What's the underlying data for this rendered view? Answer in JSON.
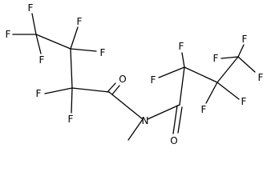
{
  "structure": {
    "atoms": [
      {
        "id": "f1",
        "label": "F"
      },
      {
        "id": "f2",
        "label": "F"
      },
      {
        "id": "f3",
        "label": "F"
      },
      {
        "id": "f4",
        "label": "F"
      },
      {
        "id": "f5",
        "label": "F"
      },
      {
        "id": "f6",
        "label": "F"
      },
      {
        "id": "f7",
        "label": "F"
      },
      {
        "id": "o1",
        "label": "O"
      },
      {
        "id": "n1",
        "label": "N"
      },
      {
        "id": "f8",
        "label": "F"
      },
      {
        "id": "f9",
        "label": "F"
      },
      {
        "id": "f10",
        "label": "F"
      },
      {
        "id": "f11",
        "label": "F"
      },
      {
        "id": "f12",
        "label": "F"
      },
      {
        "id": "f13",
        "label": "F"
      },
      {
        "id": "f14",
        "label": "F"
      },
      {
        "id": "o2",
        "label": "O"
      }
    ]
  }
}
